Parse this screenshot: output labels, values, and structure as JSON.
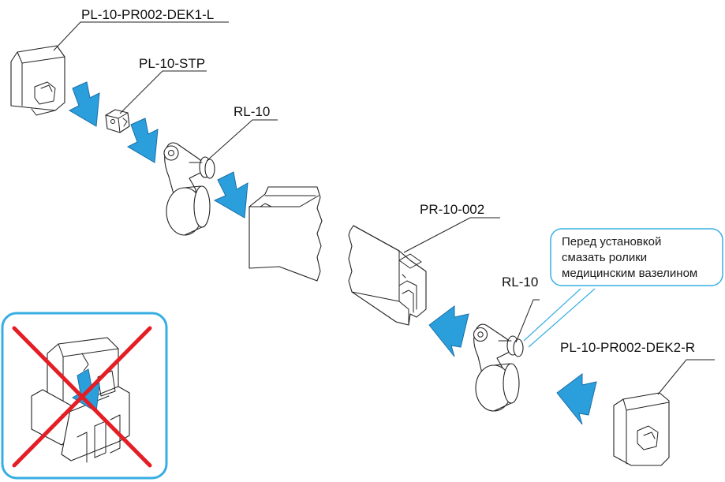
{
  "labels": {
    "cap_left": "PL-10-PR002-DEK1-L",
    "stopper": "PL-10-STP",
    "roller_left": "RL-10",
    "profile": "PR-10-002",
    "roller_right": "RL-10",
    "cap_right": "PL-10-PR002-DEK2-R"
  },
  "note": {
    "line1": "Перед установкой",
    "line2": "смазать ролики",
    "line3": "медицинским вазелином"
  },
  "colors": {
    "arrow": "#2b9fdc",
    "arrow_stroke": "#1b6fa8",
    "callout": "#37aee3",
    "forbidden_frame": "#37aee3",
    "forbidden_cross": "#e31e24"
  }
}
